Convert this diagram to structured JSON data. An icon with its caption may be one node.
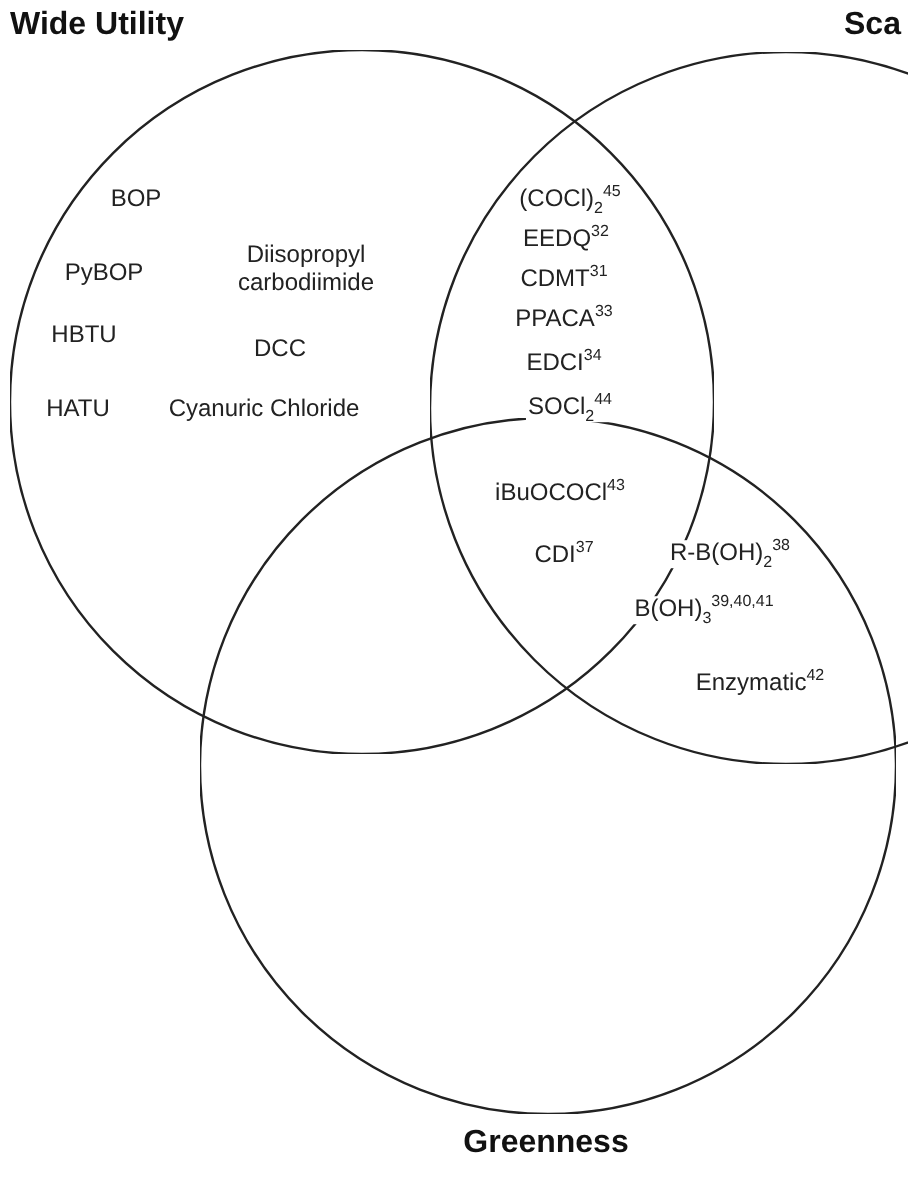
{
  "diagram": {
    "nodes": [
      {
        "text": [
          "Wide Utility"
        ]
      },
      {
        "text": [
          "Sca"
        ]
      },
      {
        "text": [
          "Greenness"
        ]
      }
    ],
    "labels": [
      "BOP",
      "PyBOP",
      "Diisopropyl carbodiimide",
      "HBTU",
      "DCC",
      "HATU",
      "Cyanuric Chloride",
      "(COCl)$_{2}$$^{45}$",
      "EEDQ$^{32}$",
      "CDMT$^{31}$",
      "PPACA$^{33}$",
      "EDCI$^{34}$",
      "SOCl$_{2}$$^{44}$",
      "iBuOCOCl$^{43}$",
      "CDI$^{37}$",
      "R-B(OH)$_{2}$$^{38}$",
      "B(OH)$_{3}$$^{39,40,41}$",
      "Enzymatic$^{42}$"
    ]
  }
}
